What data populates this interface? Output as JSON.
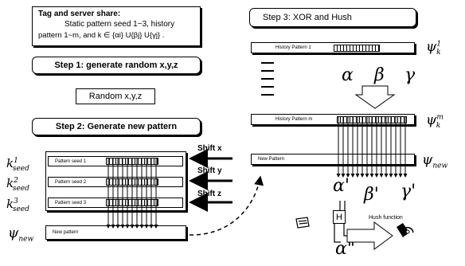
{
  "share_box": {
    "heading": "Tag and server share:",
    "line1": "Static pattern seed 1~3, history",
    "line2": "pattern 1~m, and k ∈ {α",
    "line2_full": "pattern 1~m, and k ∈ {αi} U{βj} U{γj} ."
  },
  "step1_label": "Step 1: generate random x,y,z",
  "random_label": "Random x,y,z",
  "step2_label": "Step 2: Generate new pattern",
  "step3_label": "Step 3: XOR and Hush",
  "left_patterns": [
    {
      "label": "Pattern seed 1",
      "seed": "k",
      "sup": "1",
      "sub": "seed",
      "shift": "Shift x"
    },
    {
      "label": "Pattern seed 2",
      "seed": "k",
      "sup": "2",
      "sub": "seed",
      "shift": "Shift y"
    },
    {
      "label": "Pattern seed 3",
      "seed": "k",
      "sup": "3",
      "sub": "seed",
      "shift": "Shift z"
    }
  ],
  "left_new_pattern": {
    "label": "New pattern",
    "psi": "ψ",
    "sub": "new"
  },
  "right_history_1": {
    "label": "History Pattern 1",
    "psi": "ψ",
    "sup": "1",
    "sub": "k"
  },
  "right_history_m": {
    "label": "History Pattern m",
    "psi": "ψ",
    "sup": "m",
    "sub": "k"
  },
  "right_new_pattern": {
    "label": "New Pattern",
    "psi": "ψ",
    "sub": "new"
  },
  "greek_top": [
    "α",
    "β",
    "γ"
  ],
  "greek_bottom": [
    "α'",
    "β'",
    "γ'"
  ],
  "hash_box": "H",
  "hash_label": "Hush function",
  "result": "α\""
}
